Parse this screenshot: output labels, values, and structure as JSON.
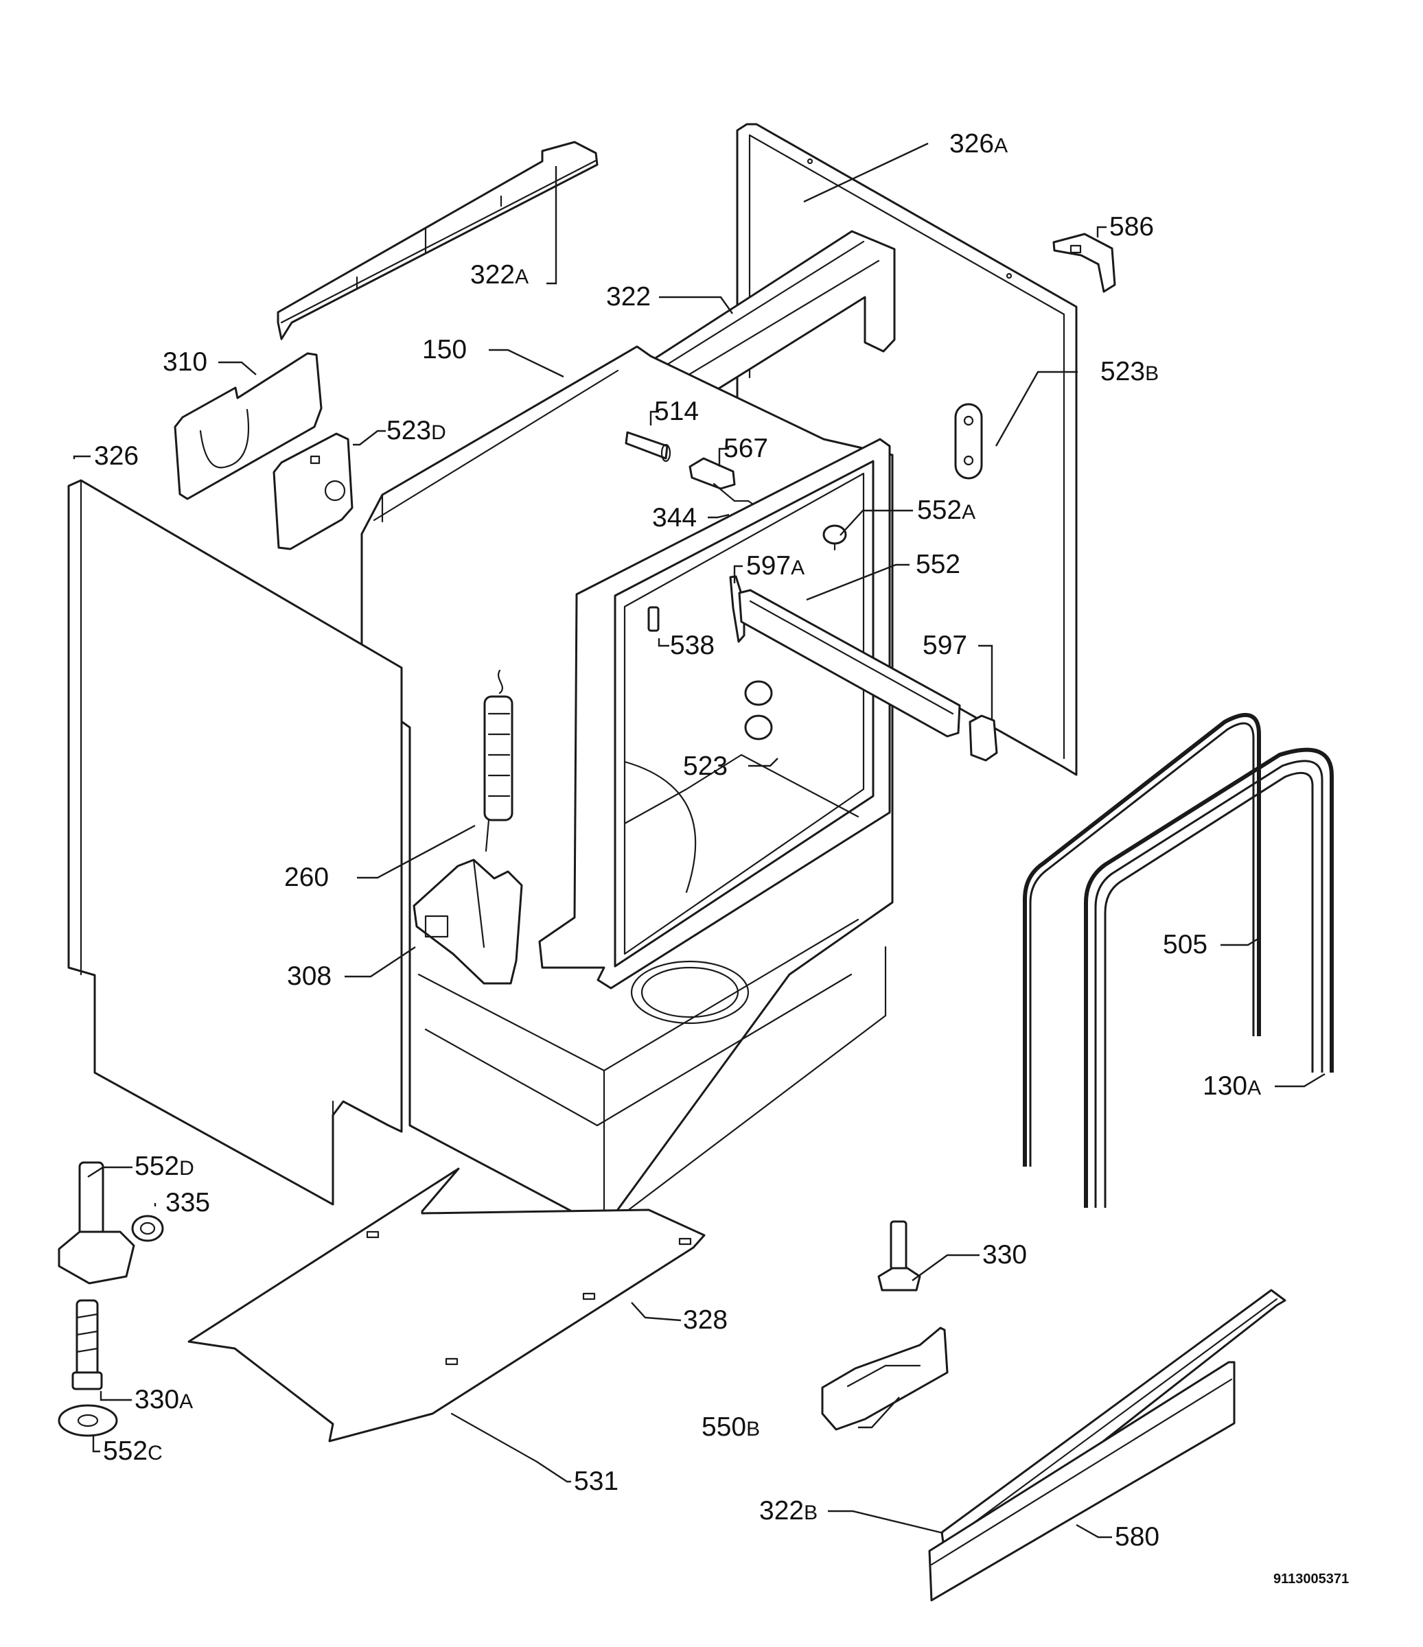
{
  "diagram_code": "9113005371",
  "labels": [
    {
      "id": "322A",
      "num": "322",
      "sfx": "A"
    },
    {
      "id": "326A",
      "num": "326",
      "sfx": "A"
    },
    {
      "id": "586",
      "num": "586",
      "sfx": ""
    },
    {
      "id": "322",
      "num": "322",
      "sfx": ""
    },
    {
      "id": "150",
      "num": "150",
      "sfx": ""
    },
    {
      "id": "310",
      "num": "310",
      "sfx": ""
    },
    {
      "id": "523B",
      "num": "523",
      "sfx": "B"
    },
    {
      "id": "514",
      "num": "514",
      "sfx": ""
    },
    {
      "id": "523D",
      "num": "523",
      "sfx": "D"
    },
    {
      "id": "567",
      "num": "567",
      "sfx": ""
    },
    {
      "id": "326",
      "num": "326",
      "sfx": ""
    },
    {
      "id": "344",
      "num": "344",
      "sfx": ""
    },
    {
      "id": "552A",
      "num": "552",
      "sfx": "A"
    },
    {
      "id": "597A",
      "num": "597",
      "sfx": "A"
    },
    {
      "id": "552",
      "num": "552",
      "sfx": ""
    },
    {
      "id": "538",
      "num": "538",
      "sfx": ""
    },
    {
      "id": "597",
      "num": "597",
      "sfx": ""
    },
    {
      "id": "523",
      "num": "523",
      "sfx": ""
    },
    {
      "id": "260",
      "num": "260",
      "sfx": ""
    },
    {
      "id": "505",
      "num": "505",
      "sfx": ""
    },
    {
      "id": "308",
      "num": "308",
      "sfx": ""
    },
    {
      "id": "130A",
      "num": "130",
      "sfx": "A"
    },
    {
      "id": "552D",
      "num": "552",
      "sfx": "D"
    },
    {
      "id": "335",
      "num": "335",
      "sfx": ""
    },
    {
      "id": "330",
      "num": "330",
      "sfx": ""
    },
    {
      "id": "328",
      "num": "328",
      "sfx": ""
    },
    {
      "id": "330A",
      "num": "330",
      "sfx": "A"
    },
    {
      "id": "550B",
      "num": "550",
      "sfx": "B"
    },
    {
      "id": "552C",
      "num": "552",
      "sfx": "C"
    },
    {
      "id": "531",
      "num": "531",
      "sfx": ""
    },
    {
      "id": "322B",
      "num": "322",
      "sfx": "B"
    },
    {
      "id": "580",
      "num": "580",
      "sfx": ""
    }
  ]
}
